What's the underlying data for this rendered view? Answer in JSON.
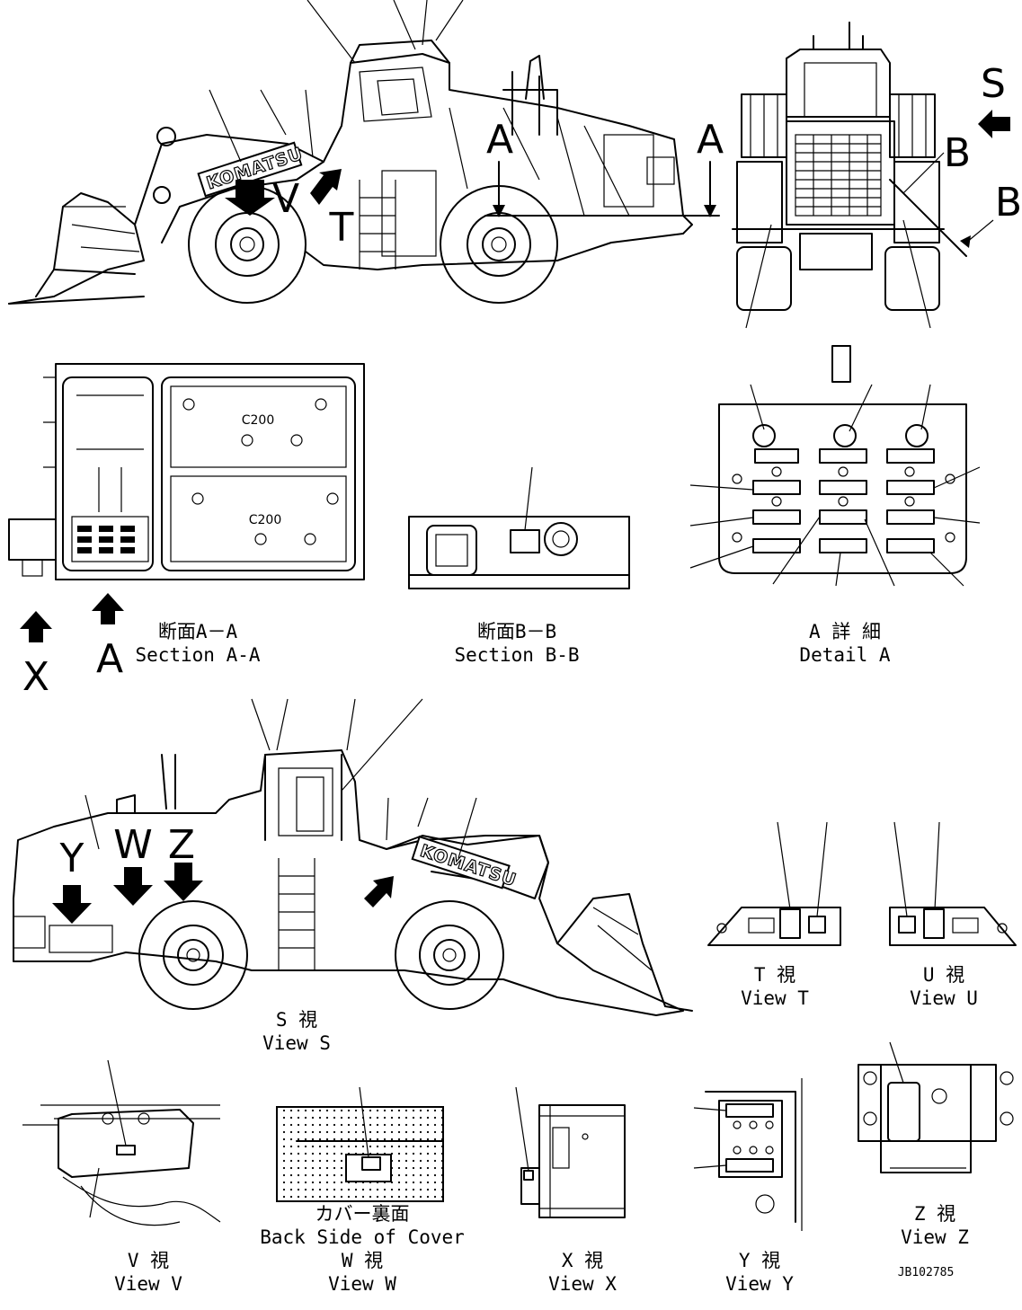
{
  "brand": "KOMATSU",
  "letters": {
    "A": "A",
    "B": "B",
    "S": "S",
    "T": "T",
    "V": "V",
    "W": "W",
    "X": "X",
    "Y": "Y",
    "Z": "Z"
  },
  "battery_label": "C200",
  "captions": {
    "section_aa_jp": "断面A－A",
    "section_aa_en": "Section A-A",
    "section_bb_jp": "断面B－B",
    "section_bb_en": "Section B-B",
    "detail_a_jp": "A 詳 細",
    "detail_a_en": "Detail A",
    "view_s_jp": "S 視",
    "view_s_en": "View S",
    "view_t_jp": "T 視",
    "view_t_en": "View T",
    "view_u_jp": "U 視",
    "view_u_en": "View U",
    "view_v_jp": "V 視",
    "view_v_en": "View V",
    "view_w_jp": "W 視",
    "view_w_en": "View W",
    "cover_jp": "カバー裏面",
    "cover_en": "Back Side of Cover",
    "view_x_jp": "X 視",
    "view_x_en": "View X",
    "view_y_jp": "Y 視",
    "view_y_en": "View Y",
    "view_z_jp": "Z 視",
    "view_z_en": "View Z"
  },
  "drawing_number": "JB102785"
}
